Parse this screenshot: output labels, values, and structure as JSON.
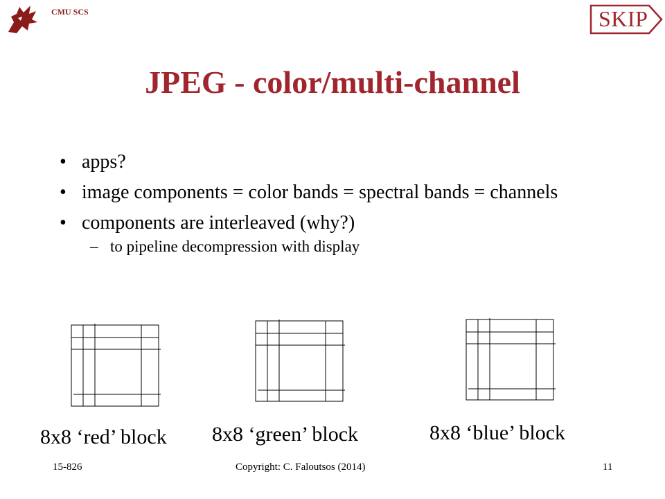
{
  "header": {
    "org_label": "CMU SCS",
    "skip_label": "SKIP"
  },
  "slide": {
    "title": "JPEG - color/multi-channel",
    "bullets": [
      "apps?",
      "image components = color bands = spectral bands = channels",
      "components are interleaved (why?)"
    ],
    "sub_bullet": "to pipeline decompression with display",
    "blocks": [
      {
        "caption": "8x8 ‘red’ block"
      },
      {
        "caption": "8x8 ‘green’ block"
      },
      {
        "caption": "8x8 ‘blue’ block"
      }
    ]
  },
  "footer": {
    "course": "15-826",
    "copyright": "Copyright: C. Faloutsos (2014)",
    "page": "11"
  },
  "colors": {
    "title": "#a0252d",
    "header": "#8b1a1a",
    "logo": "#8b1a1a"
  },
  "icons": {
    "logo": "griffin-logo-icon",
    "skip": "skip-arrow-icon"
  }
}
